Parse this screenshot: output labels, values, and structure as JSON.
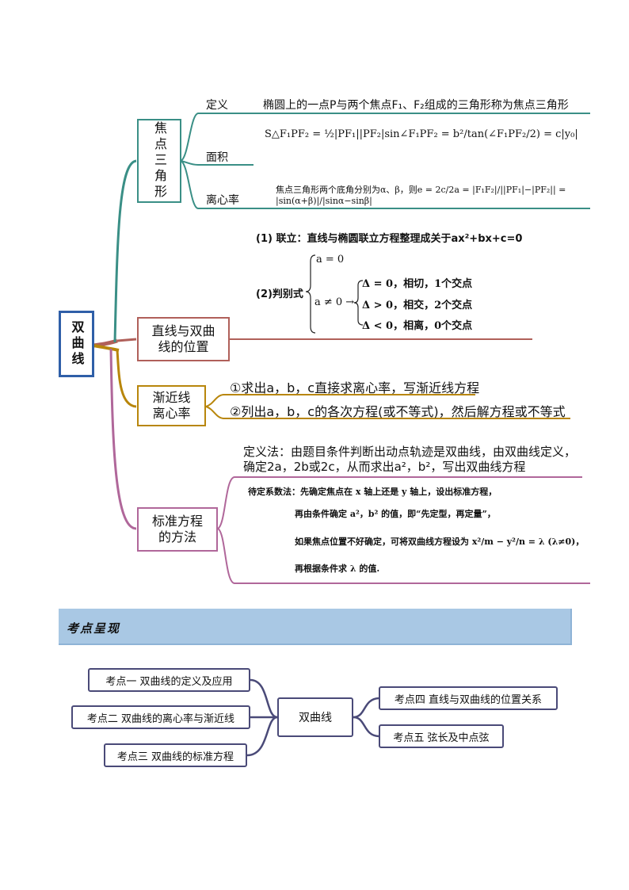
{
  "root": {
    "label": "双曲线"
  },
  "branch1": {
    "title": "焦点三角形",
    "def_label": "定义",
    "def_text": "椭圆上的一点P与两个焦点F₁、F₂组成的三角形称为焦点三角形",
    "area_label": "面积",
    "area_formula": "S△F₁PF₂ = ½|PF₁||PF₂|sin∠F₁PF₂ = b²/tan(∠F₁PF₂/2) = c|y₀|",
    "ecc_label": "离心率",
    "ecc_text": "焦点三角形两个底角分别为α、β，则e = 2c/2a = |F₁F₂|/||PF₁|−|PF₂|| = |sin(α+β)|/|sinα−sinβ|"
  },
  "branch2": {
    "title": "直线与双曲线的位置",
    "step1": "(1) 联立：直线与椭圆联立方程整理成关于ax²+bx+c=0",
    "step2": "(2)判别式",
    "case_a0": "a = 0",
    "case_ane0": "a ≠ 0 →",
    "sub1": "Δ = 0，相切，1个交点",
    "sub2": "Δ > 0，相交，2个交点",
    "sub3": "Δ < 0，相离，0个交点"
  },
  "branch3": {
    "title": "渐近线离心率",
    "m1": "①求出a，b，c直接求离心率，写渐近线方程",
    "m2": "②列出a，b，c的各次方程(或不等式)，然后解方程或不等式"
  },
  "branch4": {
    "title": "标准方程的方法",
    "def_method": "定义法：由题目条件判断出动点轨迹是双曲线，由双曲线定义，确定2a，2b或2c，从而求出a²，b²，写出双曲线方程",
    "coef_line1": "待定系数法：先确定焦点在 x 轴上还是 y 轴上，设出标准方程，",
    "coef_line2": "再由条件确定 a²，b² 的值，即“先定型，再定量”，",
    "coef_line3": "如果焦点位置不好确定，可将双曲线方程设为 x²/m − y²/n = λ (λ≠0)，",
    "coef_line4": "再根据条件求 λ 的值."
  },
  "section": {
    "title": "考点呈现"
  },
  "kaodian": {
    "center": "双曲线",
    "k1": "考点一 双曲线的定义及应用",
    "k2": "考点二 双曲线的离心率与渐近线",
    "k3": "考点三 双曲线的标准方程",
    "k4": "考点四 直线与双曲线的位置关系",
    "k5": "考点五 弦长及中点弦"
  },
  "colors": {
    "teal": "#3a8f86",
    "brown": "#b0605a",
    "gold": "#b8860b",
    "pink": "#b0679a",
    "blue": "#2f5fa8",
    "navy": "#4a4a78",
    "banner": "#a9c8e4"
  }
}
